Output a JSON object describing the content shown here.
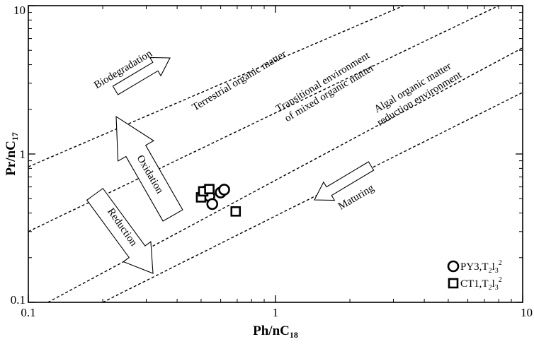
{
  "chart_data": {
    "type": "scatter",
    "x_scale": "log",
    "y_scale": "log",
    "xlim": [
      0.1,
      10
    ],
    "ylim": [
      0.1,
      10
    ],
    "xlabel": {
      "main": "Ph/nC",
      "sub": "18"
    },
    "ylabel": {
      "main": "Pr/nC",
      "sub": "17"
    },
    "x_ticks": [
      {
        "value": 0.1,
        "label": "0.1"
      },
      {
        "value": 1,
        "label": "1"
      },
      {
        "value": 10,
        "label": "10"
      }
    ],
    "y_ticks": [
      {
        "value": 0.1,
        "label": "0.1"
      },
      {
        "value": 1,
        "label": "1"
      },
      {
        "value": 10,
        "label": "10"
      }
    ],
    "boundary_lines": [
      {
        "x": [
          0.1,
          3.3
        ],
        "y": [
          0.82,
          10
        ]
      },
      {
        "x": [
          0.1,
          8.0
        ],
        "y": [
          0.3,
          10
        ]
      },
      {
        "x": [
          0.12,
          10
        ],
        "y": [
          0.1,
          5.2
        ]
      },
      {
        "x": [
          0.2,
          10
        ],
        "y": [
          0.1,
          2.6
        ]
      }
    ],
    "zone_labels": [
      {
        "lines": [
          "Terrestrial organic matter"
        ]
      },
      {
        "lines": [
          "Transitional environment",
          "of mixed organic matter"
        ]
      },
      {
        "lines": [
          "Algal organic matter",
          "reduction environment"
        ]
      }
    ],
    "process_labels": {
      "biodegradation": "Biodegradation",
      "oxidation": "Oxidation",
      "reduction": "Reduction",
      "maturing": "Maturing"
    },
    "series": [
      {
        "name": "PY3,T",
        "legend_subscripts": [
          "2",
          "3"
        ],
        "legend_mid": "l",
        "legend_sup": "2",
        "marker": "circle",
        "points": [
          {
            "x": 0.52,
            "y": 0.56
          },
          {
            "x": 0.54,
            "y": 0.52
          },
          {
            "x": 0.555,
            "y": 0.46
          },
          {
            "x": 0.6,
            "y": 0.55
          },
          {
            "x": 0.62,
            "y": 0.575
          }
        ]
      },
      {
        "name": "CT1,T",
        "legend_subscripts": [
          "2",
          "3"
        ],
        "legend_mid": "l",
        "legend_sup": "2",
        "marker": "square",
        "points": [
          {
            "x": 0.5,
            "y": 0.51
          },
          {
            "x": 0.51,
            "y": 0.56
          },
          {
            "x": 0.54,
            "y": 0.58
          },
          {
            "x": 0.69,
            "y": 0.41
          }
        ]
      }
    ],
    "legend_position": "bottom-right",
    "grid": false
  }
}
